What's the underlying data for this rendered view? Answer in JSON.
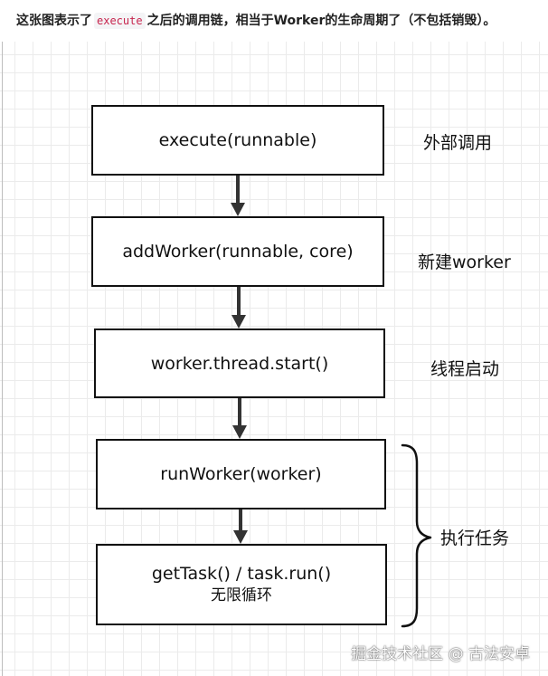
{
  "header": {
    "text_before": "这张图表示了",
    "code": "execute",
    "text_after": "之后的调用链，相当于Worker的生命周期了（不包括销毁）。"
  },
  "diagram": {
    "steps": [
      {
        "label": "execute(runnable)"
      },
      {
        "label": "addWorker(runnable, core)"
      },
      {
        "label": "worker.thread.start()"
      },
      {
        "label": "runWorker(worker)"
      },
      {
        "label": "getTask() / task.run()",
        "sub": "无限循环"
      }
    ],
    "side_labels": {
      "execute": "外部调用",
      "add_worker": "新建worker",
      "thread_start": "线程启动",
      "group": "执行任务"
    }
  },
  "watermark": "掘金技术社区 @ 古法安卓",
  "colors": {
    "stroke": "#111111",
    "arrow": "#333333",
    "grid": "#ebebeb",
    "code_text": "#c7254e",
    "code_bg": "#f4f4f6"
  }
}
